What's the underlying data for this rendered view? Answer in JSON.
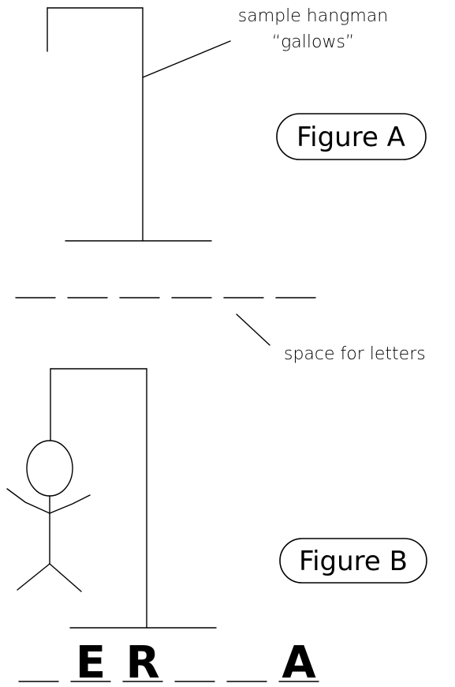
{
  "annotations": {
    "gallows_line1": "sample hangman",
    "gallows_line2": "“gallows”",
    "space_for_letters": "space for letters"
  },
  "figures": {
    "figure_a": "Figure A",
    "figure_b": "Figure B"
  },
  "figure_a_blanks": [
    "",
    "",
    "",
    "",
    "",
    ""
  ],
  "figure_b_letters": [
    "",
    "E",
    "R",
    "",
    "",
    "A"
  ]
}
